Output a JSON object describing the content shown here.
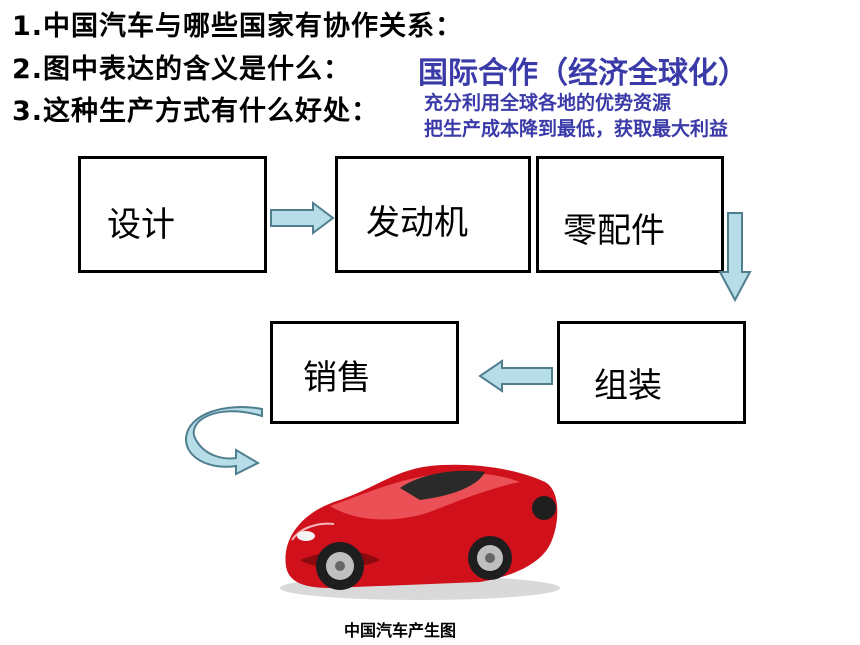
{
  "questions": {
    "q1": "1.中国汽车与哪些国家有协作关系：",
    "q2": "2.图中表达的含义是什么：",
    "q3": "3.这种生产方式有什么好处："
  },
  "answers": {
    "a2": "国际合作（经济全球化）",
    "a3_line1": "充分利用全球各地的优势资源",
    "a3_line2": "把生产成本降到最低，获取最大利益"
  },
  "flow": {
    "design": "设计",
    "engine": "发动机",
    "parts": "零配件",
    "assembly": "组装",
    "sales": "销售"
  },
  "colors": {
    "answer": "#3a3aa8",
    "arrow_fill": "#b7dde8",
    "arrow_stroke": "#4f7f8f",
    "car_red": "#d0101a"
  },
  "caption": "中国汽车产生图"
}
